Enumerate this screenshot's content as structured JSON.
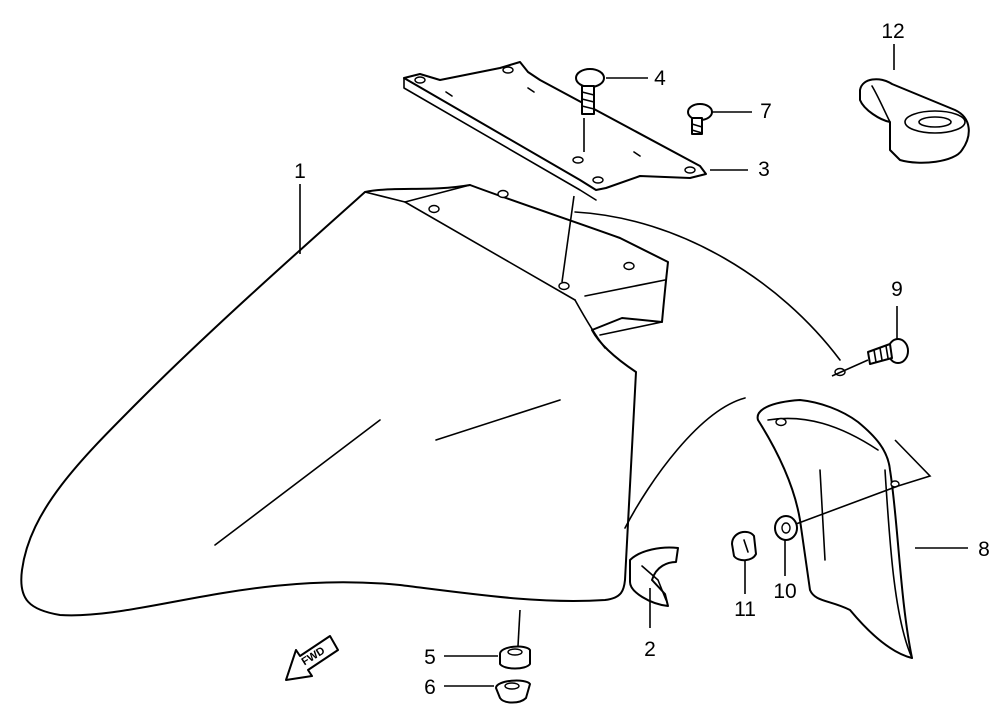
{
  "parts": [
    {
      "number": "1",
      "part": "front-fender"
    },
    {
      "number": "2",
      "part": "cushion"
    },
    {
      "number": "3",
      "part": "brace-plate"
    },
    {
      "number": "4",
      "part": "brace-screw"
    },
    {
      "number": "5",
      "part": "nut-upper"
    },
    {
      "number": "6",
      "part": "nut-lower"
    },
    {
      "number": "7",
      "part": "screw"
    },
    {
      "number": "8",
      "part": "rear-fender-extension"
    },
    {
      "number": "9",
      "part": "extension-screw"
    },
    {
      "number": "10",
      "part": "washer"
    },
    {
      "number": "11",
      "part": "nut"
    },
    {
      "number": "12",
      "part": "cable-guide"
    }
  ],
  "direction_arrow": {
    "label": "FWD"
  }
}
